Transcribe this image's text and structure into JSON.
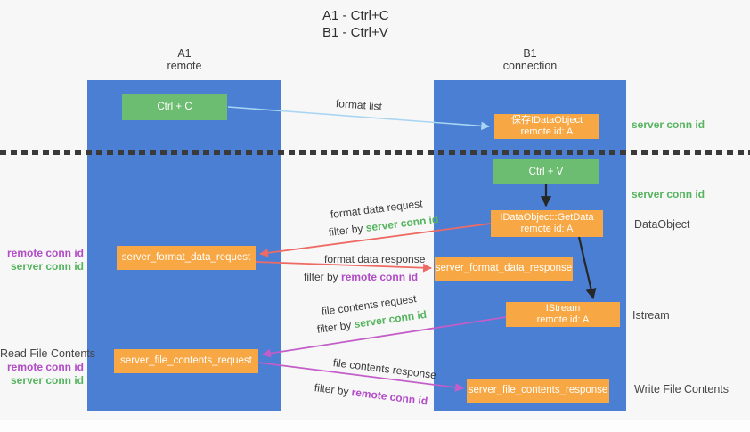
{
  "title": {
    "line1": "A1 - Ctrl+C",
    "line2": "B1 - Ctrl+V"
  },
  "lanes": {
    "left": {
      "id": "A1",
      "sub": "remote"
    },
    "right": {
      "id": "B1",
      "sub": "connection"
    }
  },
  "boxes": {
    "ctrl_c": {
      "label": "Ctrl + C"
    },
    "save_dataobject": {
      "line1": "保存IDataObject",
      "line2": "remote id: A"
    },
    "ctrl_v": {
      "label": "Ctrl + V"
    },
    "getdata": {
      "line1": "IDataObject::GetData",
      "line2": "remote id: A"
    },
    "format_request": {
      "label": "server_format_data_request"
    },
    "format_response": {
      "label": "server_format_data_response"
    },
    "istream": {
      "line1": "IStream",
      "line2": "remote id: A"
    },
    "file_request": {
      "label": "server_file_contents_request"
    },
    "file_response": {
      "label": "server_file_contents_response"
    }
  },
  "arrows": {
    "format_list": "format list",
    "format_data_request": "format data request",
    "format_data_response": "format data response",
    "file_contents_request": "file contents request",
    "file_contents_response": "file contents response",
    "filter_by": "filter by",
    "server_conn_id": "server conn id",
    "remote_conn_id": "remote conn id"
  },
  "side_labels": {
    "server_conn_id": "server conn id",
    "remote_conn_id": "remote conn id",
    "dataobject": "DataObject",
    "istream": "Istream",
    "read_file_contents": "Read File Contents",
    "write_file_contents": "Write File Contents"
  },
  "colors": {
    "lane_blue": "#4a7fd4",
    "box_green": "#6cbd72",
    "box_orange": "#f7a743",
    "arrow_blue": "#a8d6f2",
    "arrow_red": "#ee6a64",
    "arrow_purple": "#c35ec9",
    "text_green": "#55b45e",
    "text_purple": "#b24cc6",
    "text_dark": "#3b3b3b",
    "bg": "#f7f7f7"
  }
}
